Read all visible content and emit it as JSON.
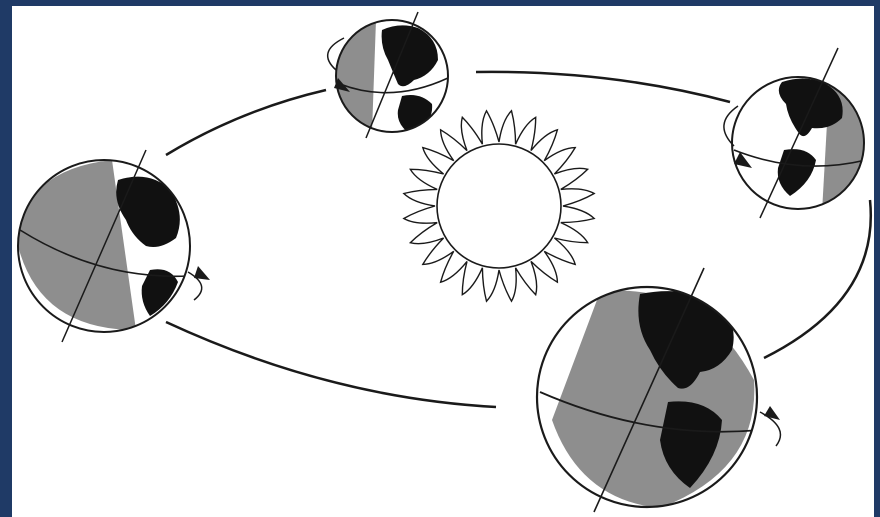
{
  "figure": {
    "subject": "earth-orbit-seasons",
    "colors": {
      "frame": "#1f3a66",
      "background": "#ffffff",
      "shadow": "#8e8e8e",
      "land": "#111111",
      "ocean_lit": "#ffffff",
      "outline": "#1a1a1a"
    },
    "elements": [
      "sun",
      "orbit-path",
      "earth-top",
      "earth-right",
      "earth-bottom-right",
      "earth-left"
    ]
  }
}
